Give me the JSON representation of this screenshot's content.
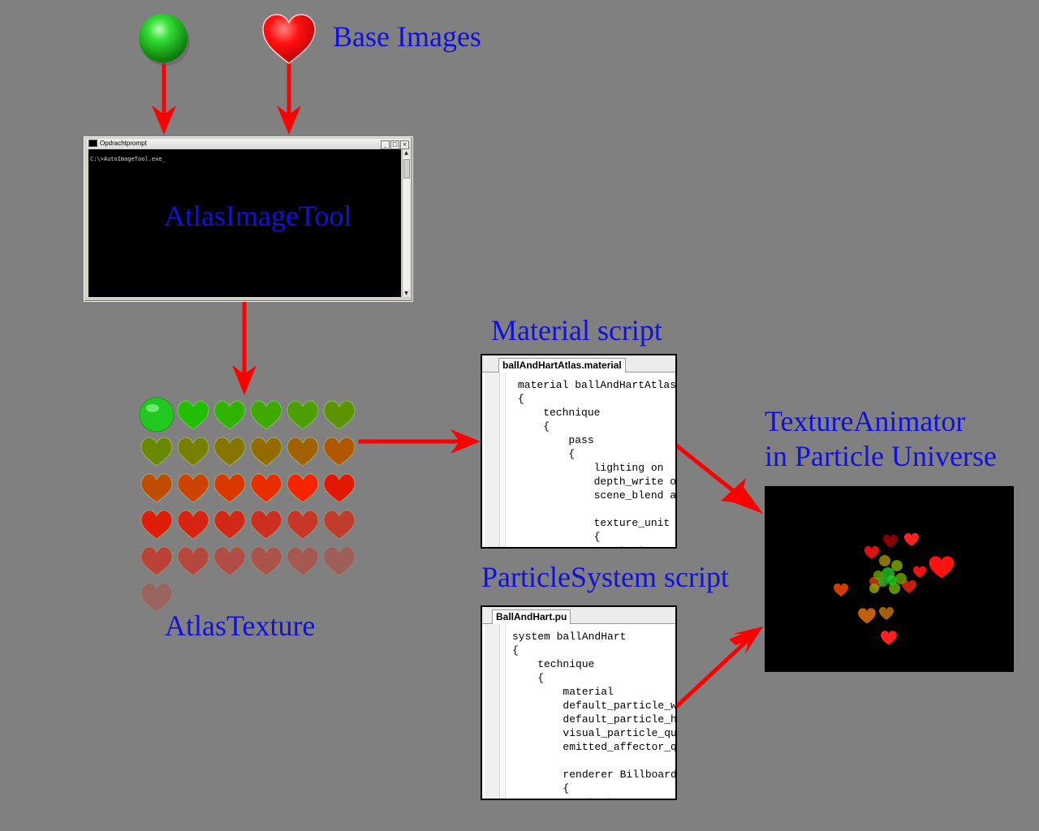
{
  "labels": {
    "base_images": "Base Images",
    "atlas_image_tool": "AtlasImageTool",
    "atlas_texture": "AtlasTexture",
    "material_script": "Material script",
    "particle_system_script": "ParticleSystem script",
    "texture_animator_line1": "TextureAnimator",
    "texture_animator_line2": "in Particle Universe"
  },
  "console": {
    "title": "Opdrachtprompt",
    "prompt": "C:\\>AutoImageTool.exe_"
  },
  "material_editor": {
    "tab": "ballAndHartAtlas.material",
    "code": "material ballAndHartAtlas\n{\n    technique\n    {\n        pass\n        {\n            lighting on\n            depth_write off\n            scene_blend add\n\n            texture_unit\n            {\n                texture"
  },
  "particle_editor": {
    "tab": "BallAndHart.pu",
    "code": "system ballAndHart\n{\n    technique\n    {\n        material\n        default_particle_width\n        default_particle_height\n        visual_particle_quota\n        emitted_affector_quota\n\n        renderer Billboard\n        {\n            texture"
  },
  "colors": {
    "background": "#808080",
    "label_text": "#1111dd",
    "arrow": "#ff0000",
    "ball": "#22cc22",
    "heart": "#ff0000"
  },
  "icons": {
    "ball": "green-ball-icon",
    "heart": "red-heart-icon"
  },
  "atlas": {
    "rows": 6,
    "columns": 6,
    "frames": 31,
    "first_frame": "ball",
    "other_frames": "heart"
  }
}
